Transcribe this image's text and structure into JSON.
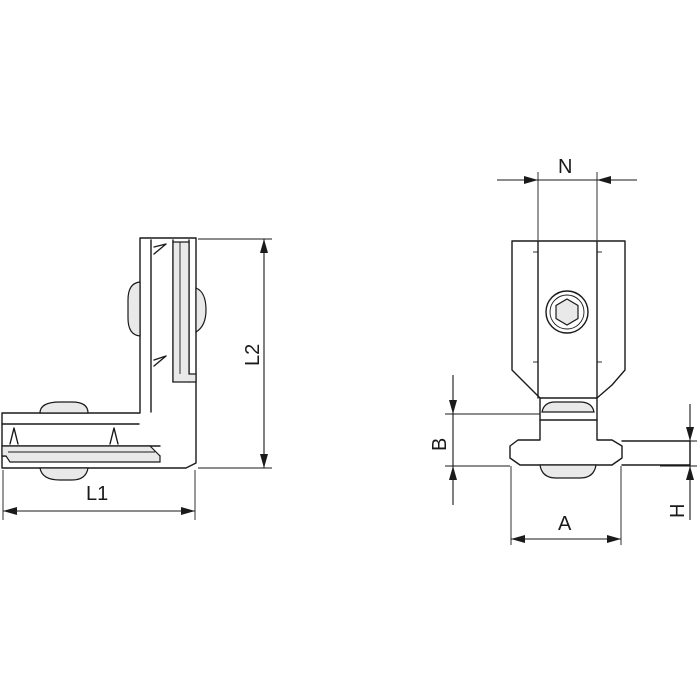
{
  "drawing": {
    "side_view": {
      "labels": {
        "l1": "L1",
        "l2": "L2"
      }
    },
    "front_view": {
      "labels": {
        "n": "N",
        "a": "A",
        "b": "B",
        "h": "H"
      }
    },
    "colors": {
      "line": "#1a1a1a",
      "shade": "#e9e9e9",
      "background": "#ffffff"
    }
  }
}
